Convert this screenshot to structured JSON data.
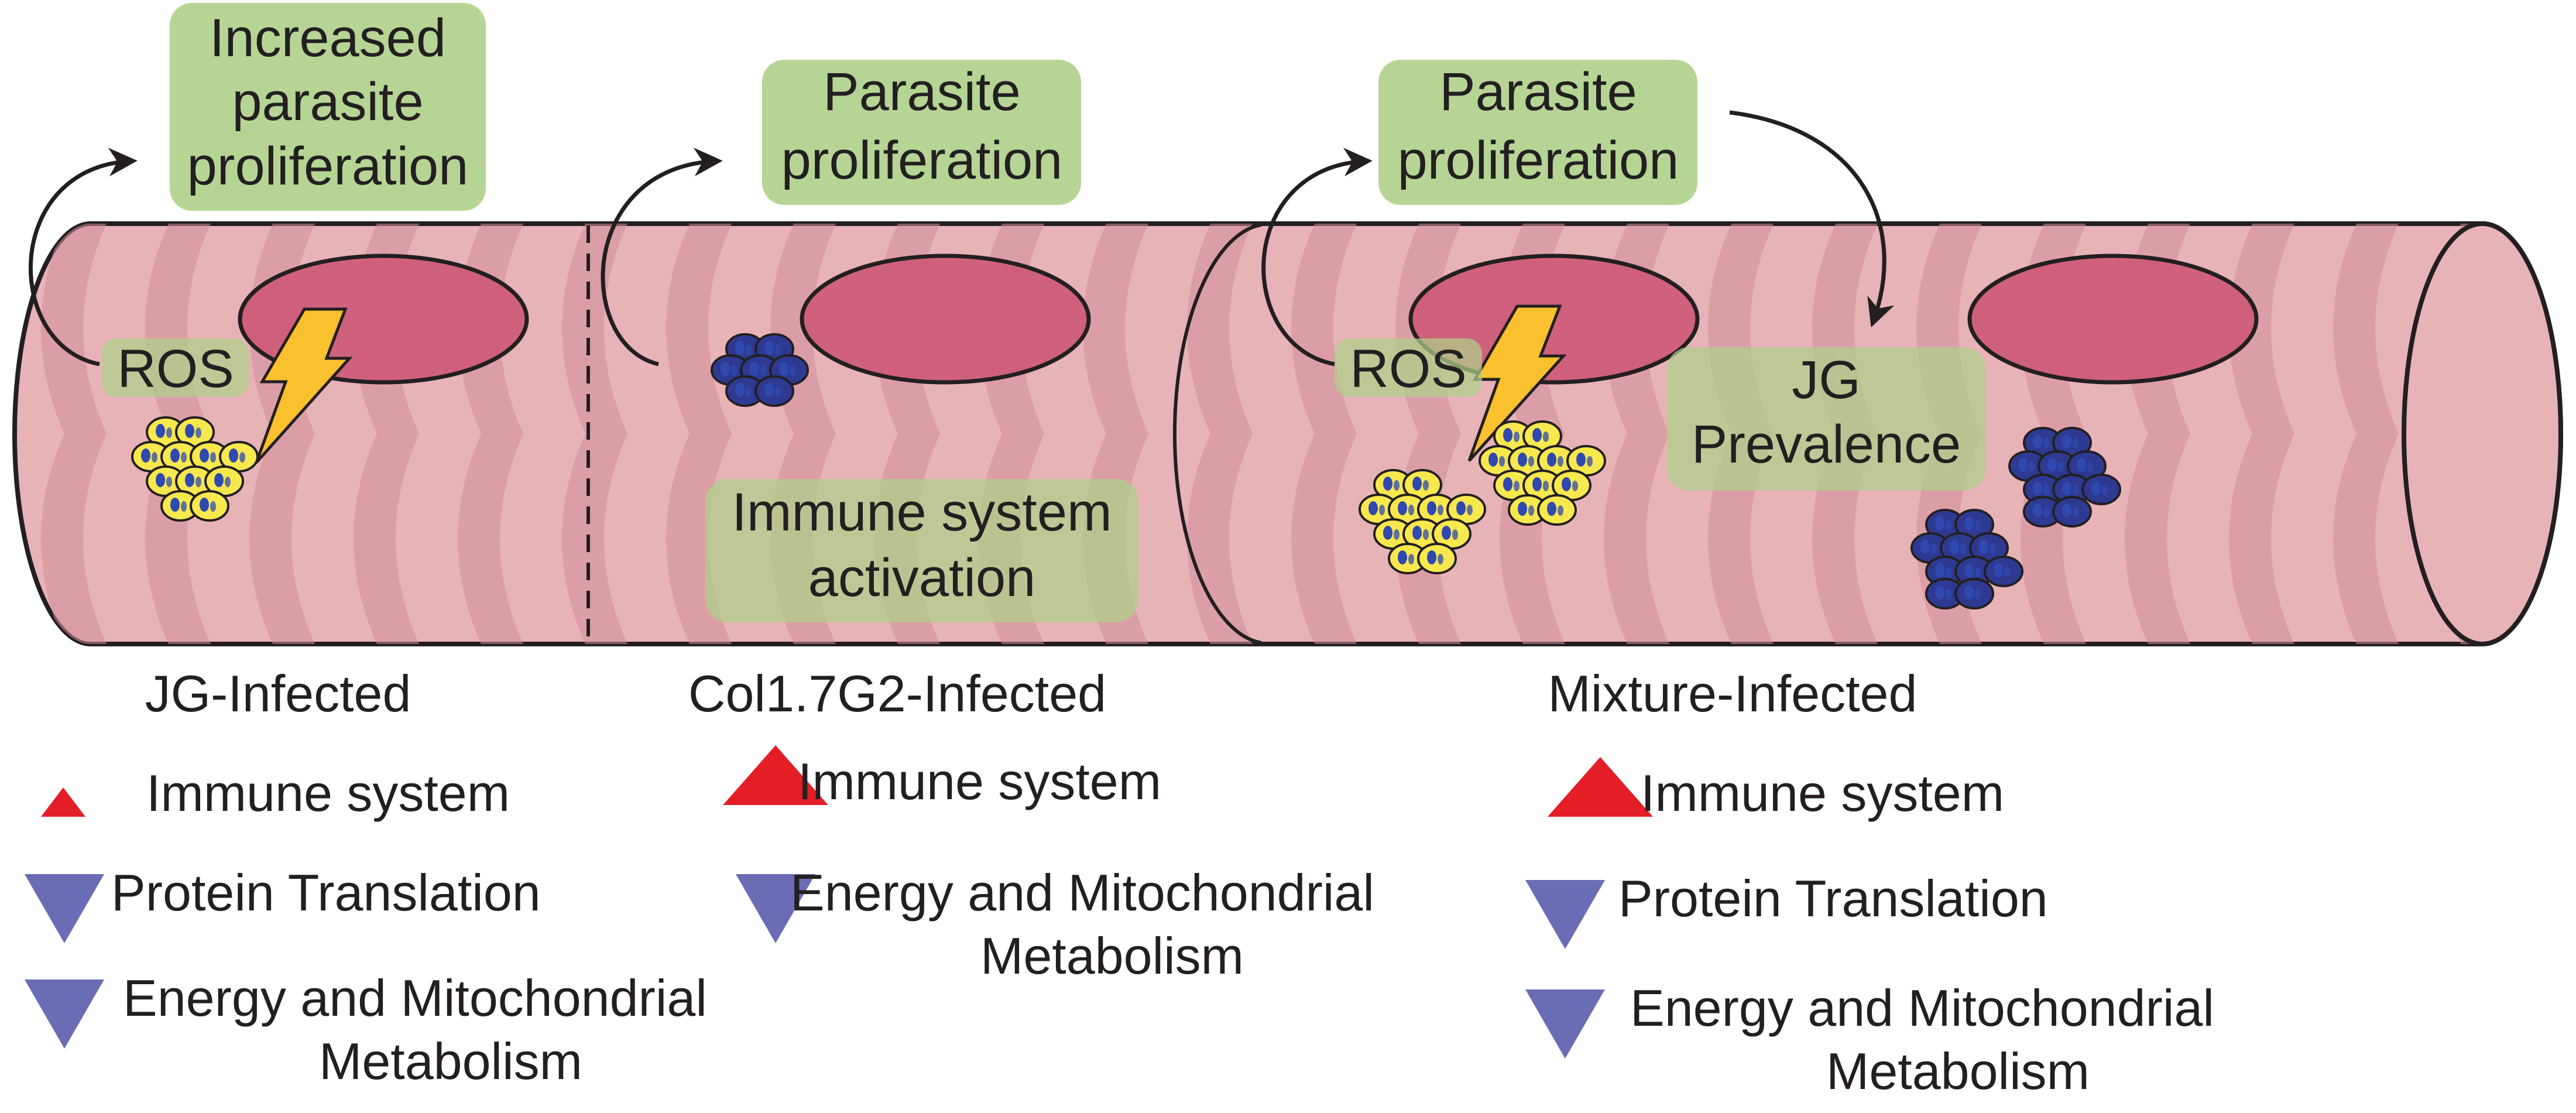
{
  "panels": [
    {
      "id": "jg",
      "label": "JG-Infected",
      "top_box": [
        "Increased",
        "parasite",
        "proliferation"
      ],
      "ros": "ROS",
      "legend": [
        {
          "dir": "up",
          "lines": [
            "Immune system"
          ]
        },
        {
          "dir": "down",
          "lines": [
            "Protein Translation"
          ]
        },
        {
          "dir": "down",
          "lines": [
            "Energy and Mitochondrial",
            "Metabolism"
          ]
        }
      ]
    },
    {
      "id": "col",
      "label": "Col1.7G2-Infected",
      "top_box": [
        "Parasite",
        "proliferation"
      ],
      "inner_box": [
        "Immune system",
        "activation"
      ],
      "legend": [
        {
          "dir": "up",
          "lines": [
            "Immune system"
          ]
        },
        {
          "dir": "down",
          "lines": [
            "Energy and Mitochondrial",
            "Metabolism"
          ]
        }
      ]
    },
    {
      "id": "mix",
      "label": "Mixture-Infected",
      "top_box": [
        "Parasite",
        "proliferation"
      ],
      "ros": "ROS",
      "inner_box": [
        "JG",
        "Prevalence"
      ],
      "legend": [
        {
          "dir": "up",
          "lines": [
            "Immune system"
          ]
        },
        {
          "dir": "down",
          "lines": [
            "Protein Translation"
          ]
        },
        {
          "dir": "down",
          "lines": [
            "Energy and Mitochondrial",
            "Metabolism"
          ]
        }
      ]
    }
  ],
  "colors": {
    "fiber": "#e7b3b7",
    "stripe": "#d48d99",
    "nucleus": "#cd5a76",
    "box": "#aed089",
    "jg_parasite": "#f7e84e",
    "col_parasite": "#2e3a92",
    "parasite_nucleus": "#2f49b0",
    "bolt": "#fbc02d",
    "up_arrow": "#e31e26",
    "down_arrow": "#6a6cb6"
  }
}
